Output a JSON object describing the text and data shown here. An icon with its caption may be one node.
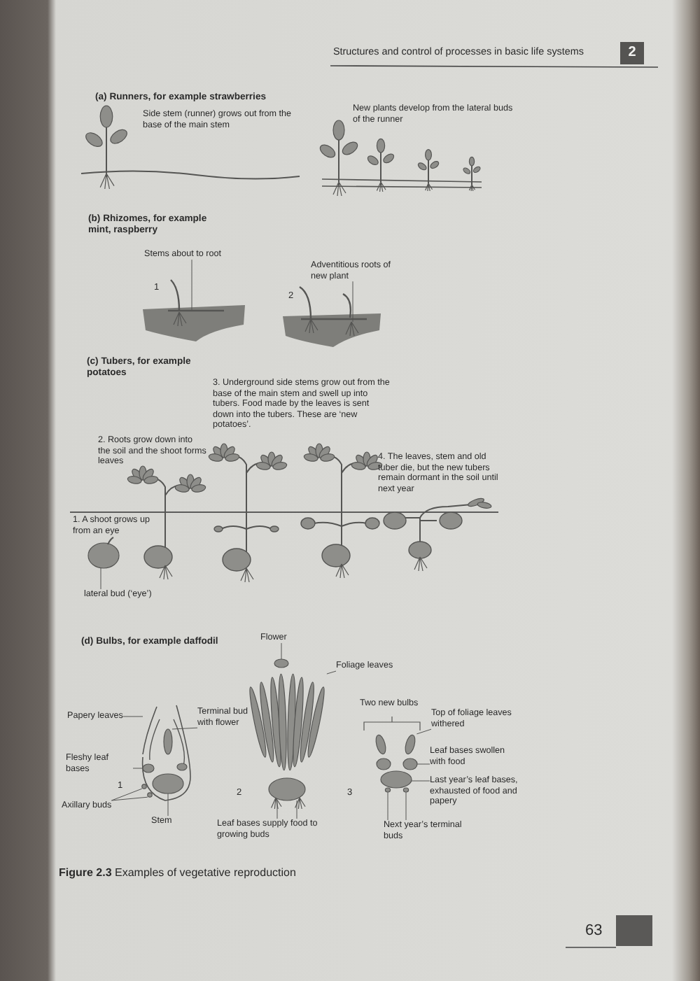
{
  "diagram": {
    "caption": "**Figure 2.3** Examples of vegetative reproduction",
    "nodes": [
      {
        "text": [
          "Stems about to root"
        ]
      },
      {
        "text": [
          "Adventitious roots of new plant"
        ]
      },
      {
        "text": [
          "lateral bud (‘eye’)"
        ]
      },
      {
        "text": [
          "Flower"
        ]
      },
      {
        "text": [
          "Foliage leaves"
        ]
      },
      {
        "text": [
          "Papery leaves"
        ]
      },
      {
        "text": [
          "Terminal bud with flower"
        ]
      },
      {
        "text": [
          "Fleshy leaf bases"
        ]
      },
      {
        "text": [
          "Axillary buds"
        ]
      },
      {
        "text": [
          "Stem"
        ]
      },
      {
        "text": [
          "Leaf bases supply food to growing buds"
        ]
      },
      {
        "text": [
          "Top of foliage leaves withered"
        ]
      },
      {
        "text": [
          "Leaf bases swollen with food"
        ]
      },
      {
        "text": [
          "Last year’s leaf bases, exhausted of food and papery"
        ]
      },
      {
        "text": [
          "Next year’s terminal buds"
        ]
      },
      {
        "text": [],
        "shape": "bar"
      },
      {
        "text": [],
        "shape": "picture"
      },
      {
        "text": [],
        "shape": "circle"
      },
      {
        "text": [],
        "shape": "circle"
      },
      {
        "text": [],
        "shape": "picture"
      },
      {
        "text": [],
        "shape": "picture"
      },
      {
        "text": [],
        "shape": "circle"
      },
      {
        "text": [],
        "shape": "circle"
      },
      {
        "text": [],
        "shape": "circle"
      },
      {
        "text": [],
        "shape": "circle"
      },
      {
        "text": [],
        "shape": "circle"
      },
      {
        "text": [],
        "shape": "circle"
      },
      {
        "text": [],
        "shape": "circle"
      },
      {
        "text": [],
        "shape": "circle"
      },
      {
        "text": [],
        "shape": "circle"
      },
      {
        "text": [],
        "shape": "circle"
      },
      {
        "text": [],
        "shape": "circle"
      }
    ],
    "edges": [
      {
        "from": 0,
        "to": 15,
        "arrow": "none"
      },
      {
        "from": 1,
        "to": 16,
        "arrow": "none"
      },
      {
        "from": 2,
        "to": 17,
        "arrow": "none"
      },
      {
        "from": 3,
        "to": 18,
        "arrow": "none"
      },
      {
        "from": 4,
        "to": 19,
        "arrow": "none"
      },
      {
        "from": 5,
        "to": 20,
        "arrow": "none"
      },
      {
        "from": 6,
        "to": 21,
        "arrow": "none"
      },
      {
        "from": 7,
        "to": 22,
        "arrow": "none"
      },
      {
        "from": 8,
        "to": 23,
        "arrow": "none"
      },
      {
        "from": 8,
        "to": 24,
        "arrow": "none"
      },
      {
        "from": 9,
        "to": 25,
        "arrow": "none"
      },
      {
        "from": 10,
        "to": 26,
        "arrow": "none"
      },
      {
        "from": 10,
        "to": 26,
        "arrow": "none"
      },
      {
        "from": 11,
        "to": 27,
        "arrow": "none"
      },
      {
        "from": 12,
        "to": 28,
        "arrow": "none"
      },
      {
        "from": 13,
        "to": 29,
        "arrow": "none"
      },
      {
        "from": 14,
        "to": 30,
        "arrow": "none"
      },
      {
        "from": 14,
        "to": 31,
        "arrow": "none"
      }
    ],
    "labels": [
      "Structures and control of processes in basic life systems",
      "2",
      "(a) Runners, for example strawberries",
      "Side stem (runner) grows out from the base of the main stem",
      "New plants develop from the lateral buds of the runner",
      "(b) Rhizomes, for example mint, raspberry",
      "1",
      "2",
      "(c) Tubers, for example potatoes",
      "3. Underground side stems grow out from the base of the main stem and swell up into tubers. Food made by the leaves is sent down into the tubers. These are ‘new potatoes’.",
      "2. Roots grow down into the soil and the shoot forms leaves",
      "4. The leaves, stem and old tuber die, but the new tubers remain dormant in the soil until next year",
      "1. A shoot grows up from an eye",
      "(d) Bulbs, for example daffodil",
      "1",
      "2",
      "Two new bulbs",
      "3",
      "63"
    ]
  }
}
